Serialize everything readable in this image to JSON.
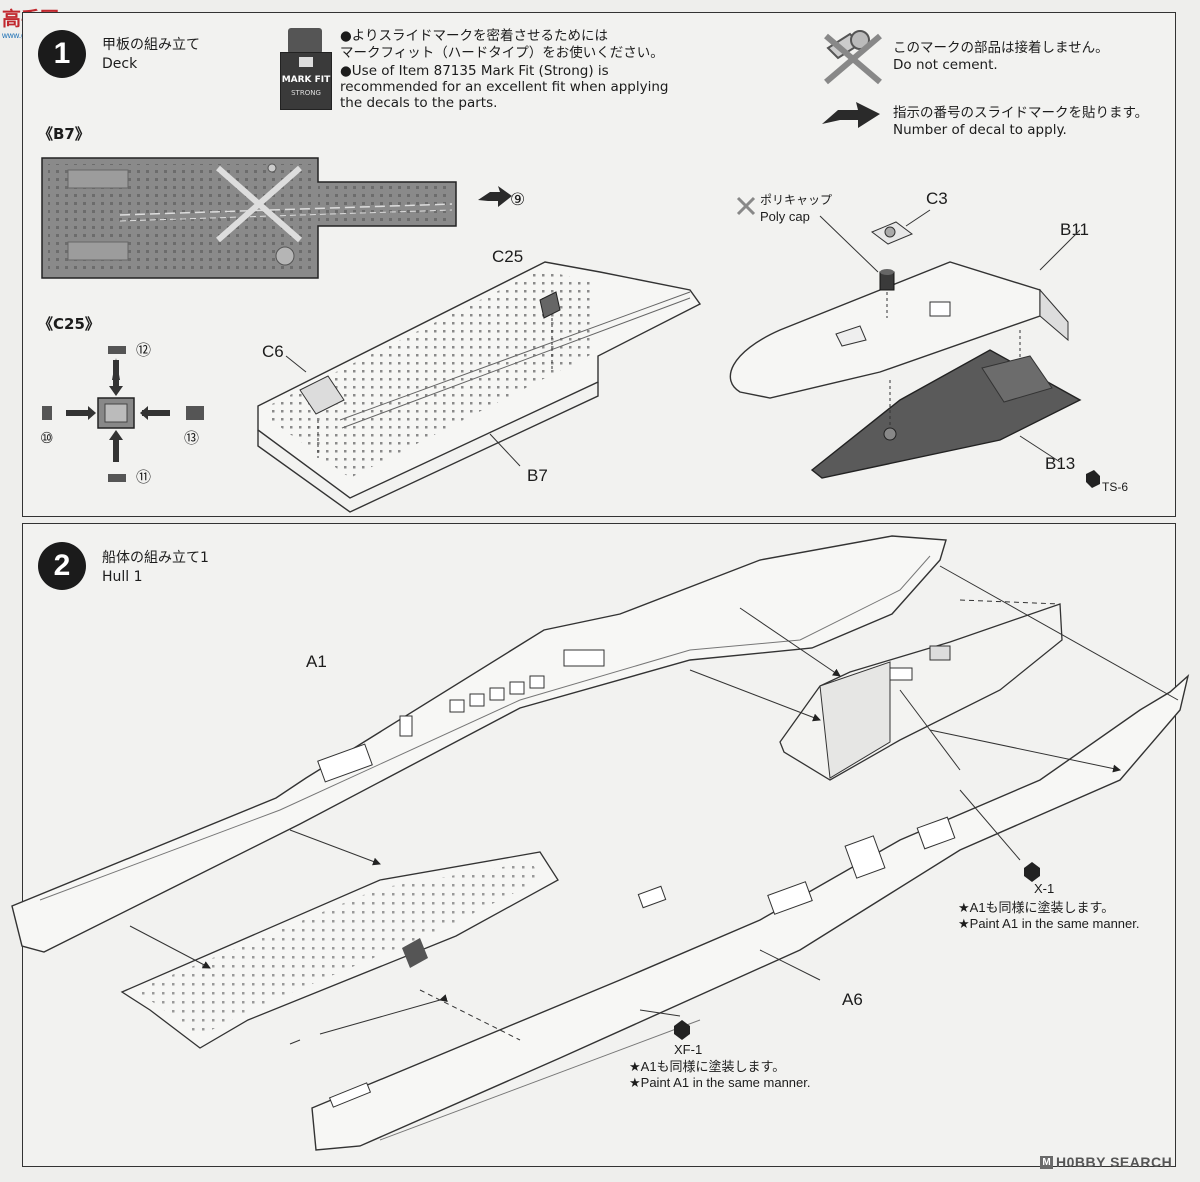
{
  "watermark": {
    "brand": "高手网",
    "url": "www.gaoshou.com"
  },
  "step1": {
    "number": "1",
    "title_jp": "甲板の組み立て",
    "title_en": "Deck",
    "mark_fit": {
      "bottle_label": "MARK FIT",
      "bottle_sublabel": "STRONG",
      "text_jp_line1": "●よりスライドマークを密着させるためには",
      "text_jp_line2": "マークフィット（ハードタイプ）をお使いください。",
      "text_en_line1": "●Use of Item 87135 Mark Fit (Strong) is",
      "text_en_line2": "recommended for an excellent fit when applying",
      "text_en_line3": "the decals to the parts."
    },
    "legend": {
      "no_cement_jp": "このマークの部品は接着しません。",
      "no_cement_en": "Do not cement.",
      "decal_jp": "指示の番号のスライドマークを貼ります。",
      "decal_en": "Number of decal to apply."
    },
    "b7_header": "《B7》",
    "c25_header": "《C25》",
    "decal_b7": "⑨",
    "decal_c25": [
      "⑫",
      "⑩",
      "⑬",
      "⑪"
    ],
    "parts": {
      "c25": "C25",
      "c6": "C6",
      "b7": "B7",
      "c3": "C3",
      "b11": "B11",
      "b13": "B13"
    },
    "poly_cap_jp": "ポリキャップ",
    "poly_cap_en": "Poly cap",
    "paint_b13": "TS-6"
  },
  "step2": {
    "number": "2",
    "title_jp": "船体の組み立て1",
    "title_en": "Hull 1",
    "parts": {
      "a1": "A1",
      "a6": "A6"
    },
    "paint_x1": {
      "code": "X-1",
      "note_jp": "★A1も同様に塗装します。",
      "note_en": "★Paint A1 in the same manner."
    },
    "paint_xf1": {
      "code": "XF-1",
      "note_jp": "★A1も同様に塗装します。",
      "note_en": "★Paint A1 in the same manner."
    }
  },
  "footer": {
    "logo": "H0BBY SEARCH",
    "initial": "M"
  }
}
